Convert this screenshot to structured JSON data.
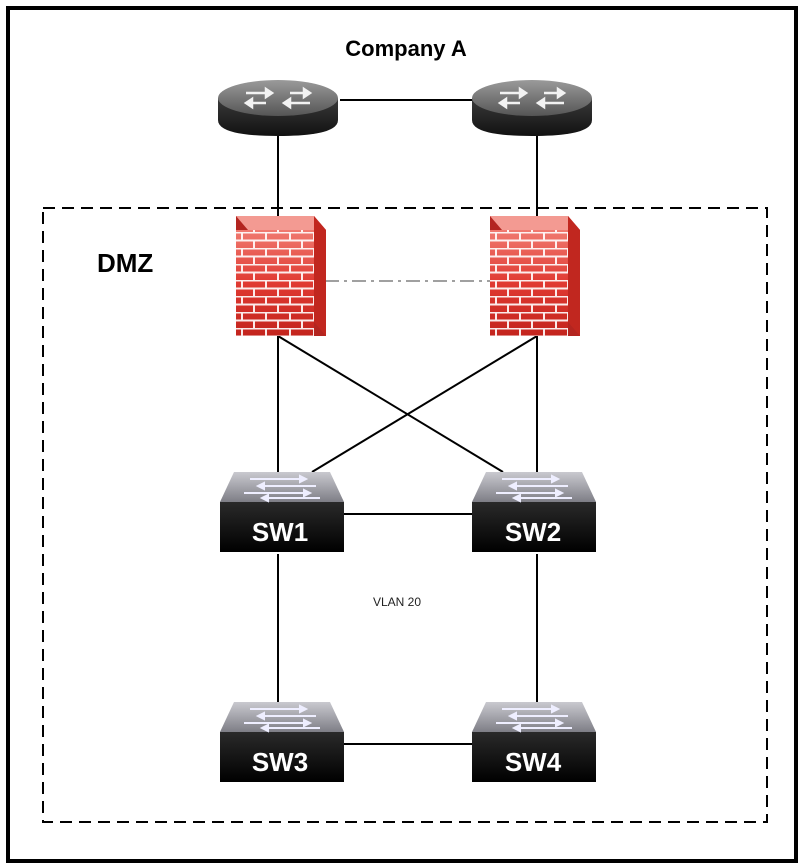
{
  "diagram": {
    "title": "Company A",
    "zone_label": "DMZ",
    "vlan_label": "VLAN 20",
    "switches": {
      "sw1": "SW1",
      "sw2": "SW2",
      "sw3": "SW3",
      "sw4": "SW4"
    },
    "colors": {
      "firewall_red": "#e03a32",
      "router_dark": "#2b2b2b",
      "switch_dark": "#111111",
      "link": "#000000",
      "ha_link": "#a0a0a0"
    }
  }
}
